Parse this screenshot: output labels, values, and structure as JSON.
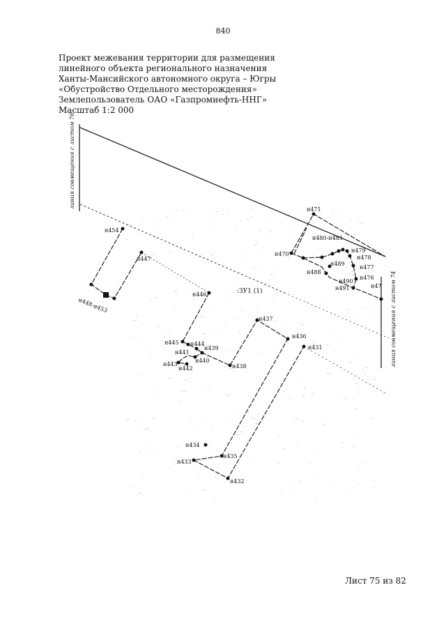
{
  "header": {
    "page_number": "840"
  },
  "title": {
    "lines": [
      "Проект межевания территории для размещения",
      "линейного объекта регионального назначения",
      "Ханты-Мансийского автономного округа – Югры",
      "«Обустройство Отдельного месторождения»",
      "Землепользователь ОАО «Газпромнефть-ННГ»",
      "Масштаб 1:2 000"
    ]
  },
  "map": {
    "alignment_left": "линия совмещения с листом 76",
    "alignment_right": "линия совмещения с листом 74",
    "parcel_label": ":ЗУ1 (1)",
    "points": {
      "n454": "н454",
      "n447": "н447",
      "n446": "н446",
      "n448_453": "н448-н453",
      "n445": "н445",
      "n444": "н444",
      "n441": "н441",
      "n439": "н439",
      "n443": "н443",
      "n440": "н440",
      "n442": "н442",
      "n438": "н438",
      "n437": "н437",
      "n436": "н436",
      "n431": "н431",
      "n434": "н434",
      "n435": "н435",
      "n433": "н433",
      "n432": "н432",
      "n471": "н471",
      "n480_485": "н480-н485",
      "n470": "н470",
      "n479": "н479",
      "n478": "н478",
      "n489": "н489",
      "n477": "н477",
      "n488": "н488",
      "n476": "н476",
      "n490": "н490",
      "n491": "н491",
      "n47x": "н47"
    }
  },
  "footer": {
    "sheet": "Лист 75 из 82"
  }
}
